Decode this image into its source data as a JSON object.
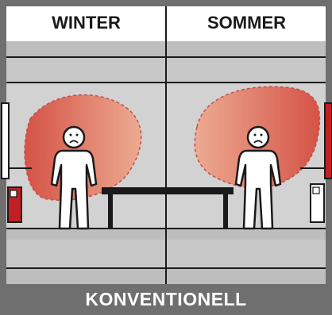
{
  "header": {
    "left_label": "WINTER",
    "right_label": "SOMMER"
  },
  "footer": {
    "label": "KONVENTIONELL"
  },
  "colors": {
    "frame": "#6f6f6f",
    "panel": "#ffffff",
    "band": "#bebebe",
    "room": "#d2d2d2",
    "heat_zone_start": "#d63d2f",
    "heat_zone_end": "#f09d80",
    "radiator": "#c01f24"
  },
  "icons": [
    "person-icon",
    "sad-face-icon",
    "table-icon",
    "radiator-icon",
    "window-icon"
  ]
}
